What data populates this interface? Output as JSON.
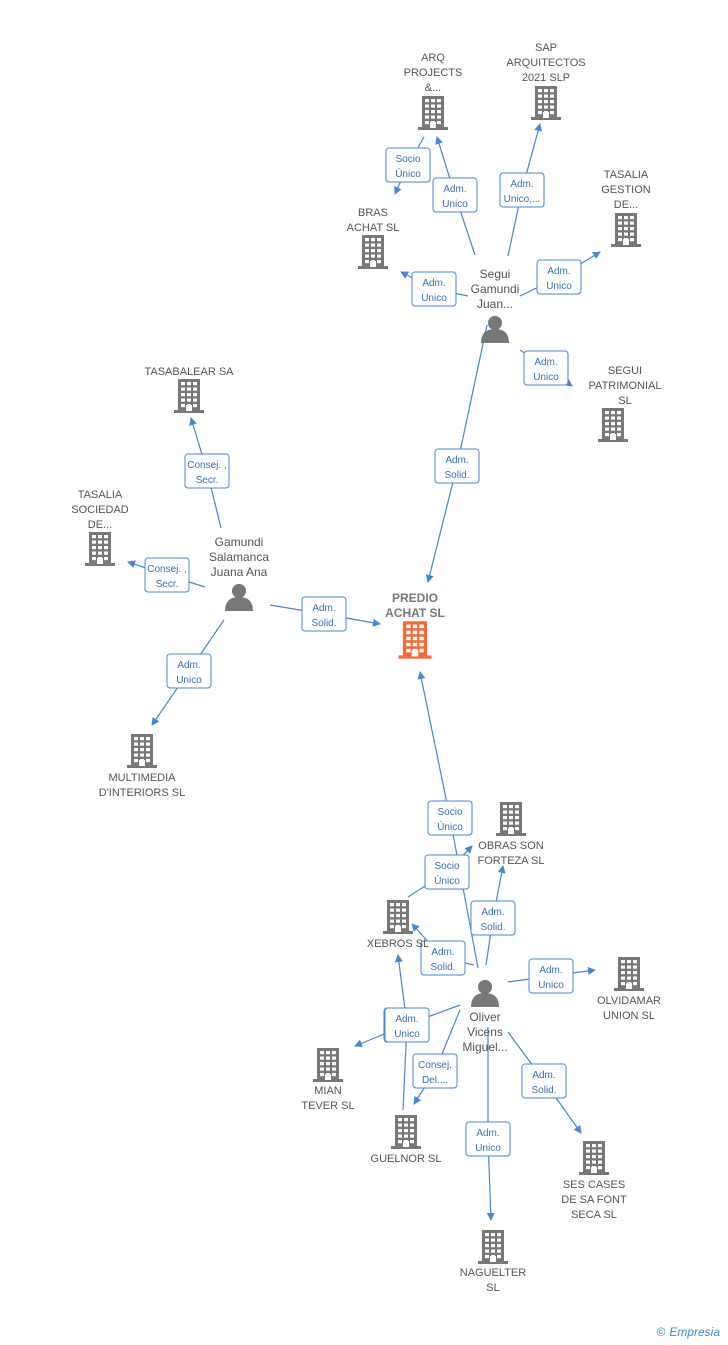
{
  "colors": {
    "edge": "#4a86d4",
    "company": "#777777",
    "main_company": "#f26a3a",
    "person": "#777777"
  },
  "nodes": [
    {
      "id": "predio",
      "type": "company",
      "main": true,
      "label": [
        "PREDIO",
        "ACHAT  SL"
      ]
    },
    {
      "id": "arq",
      "type": "company",
      "label": [
        "ARQ",
        "PROJECTS",
        "&..."
      ]
    },
    {
      "id": "sap",
      "type": "company",
      "label": [
        "SAP",
        "ARQUITECTOS",
        "2021  SLP"
      ]
    },
    {
      "id": "tasalia_gestion",
      "type": "company",
      "label": [
        "TASALIA",
        "GESTION",
        "DE..."
      ]
    },
    {
      "id": "bras",
      "type": "company",
      "label": [
        "BRAS",
        "ACHAT  SL"
      ]
    },
    {
      "id": "segui_patrimonial",
      "type": "company",
      "label": [
        "SEGUI",
        "PATRIMONIAL",
        "SL"
      ]
    },
    {
      "id": "tasabalear",
      "type": "company",
      "label": [
        "TASABALEAR SA"
      ]
    },
    {
      "id": "tasalia_sociedad",
      "type": "company",
      "label": [
        "TASALIA",
        "SOCIEDAD",
        "DE..."
      ]
    },
    {
      "id": "multimedia",
      "type": "company",
      "label": [
        "MULTIMEDIA",
        "D'INTERIORS SL"
      ]
    },
    {
      "id": "obras",
      "type": "company",
      "label": [
        "OBRAS SON",
        "FORTEZA  SL"
      ]
    },
    {
      "id": "xebros",
      "type": "company",
      "label": [
        "XEBROS  SL"
      ]
    },
    {
      "id": "olvidamar",
      "type": "company",
      "label": [
        "OLVIDAMAR",
        "UNION  SL"
      ]
    },
    {
      "id": "mian",
      "type": "company",
      "label": [
        "MIAN",
        "TEVER  SL"
      ]
    },
    {
      "id": "guelnor",
      "type": "company",
      "label": [
        "GUELNOR SL"
      ]
    },
    {
      "id": "ses_cases",
      "type": "company",
      "label": [
        "SES CASES",
        "DE SA FONT",
        "SECA  SL"
      ]
    },
    {
      "id": "naguelter",
      "type": "company",
      "label": [
        "NAGUELTER",
        "SL"
      ]
    },
    {
      "id": "segui",
      "type": "person",
      "label": [
        "Segui",
        "Gamundi",
        "Juan..."
      ]
    },
    {
      "id": "gamundi",
      "type": "person",
      "label": [
        "Gamundi",
        "Salamanca",
        "Juana Ana"
      ]
    },
    {
      "id": "oliver",
      "type": "person",
      "label": [
        "Oliver",
        "Vicens",
        "Miguel..."
      ]
    }
  ],
  "edges": [
    {
      "id": "e1",
      "from": "segui",
      "to": "predio",
      "label": [
        "Adm.",
        "Solid."
      ]
    },
    {
      "id": "e2",
      "from": "segui",
      "to": "arq",
      "label": [
        "Adm.",
        "Unico"
      ]
    },
    {
      "id": "e3",
      "from": "segui",
      "to": "sap",
      "label": [
        "Adm.",
        "Unico,..."
      ]
    },
    {
      "id": "e4",
      "from": "segui",
      "to": "tasalia_gestion",
      "label": [
        "Adm.",
        "Unico"
      ]
    },
    {
      "id": "e5",
      "from": "segui",
      "to": "bras",
      "label": [
        "Adm.",
        "Unico"
      ]
    },
    {
      "id": "e6",
      "from": "segui",
      "to": "segui_patrimonial",
      "label": [
        "Adm.",
        "Unico"
      ]
    },
    {
      "id": "e7",
      "from": "arq",
      "to": "bras",
      "label": [
        "Socio",
        "Único"
      ]
    },
    {
      "id": "e8",
      "from": "gamundi",
      "to": "tasabalear",
      "label": [
        "Consej. ,",
        "Secr."
      ]
    },
    {
      "id": "e9",
      "from": "gamundi",
      "to": "tasalia_sociedad",
      "label": [
        "Consej. ,",
        "Secr."
      ]
    },
    {
      "id": "e10",
      "from": "gamundi",
      "to": "predio",
      "label": [
        "Adm.",
        "Solid."
      ]
    },
    {
      "id": "e11",
      "from": "gamundi",
      "to": "multimedia",
      "label": [
        "Adm.",
        "Unico"
      ]
    },
    {
      "id": "e12",
      "from": "oliver",
      "to": "predio",
      "label": [
        "Socio",
        "Único"
      ]
    },
    {
      "id": "e13",
      "from": "oliver",
      "to": "obras",
      "label": [
        "Adm.",
        "Solid."
      ]
    },
    {
      "id": "e14",
      "from": "oliver",
      "to": "xebros",
      "label": [
        "Adm.",
        "Solid."
      ]
    },
    {
      "id": "e15",
      "from": "oliver",
      "to": "olvidamar",
      "label": [
        "Adm.",
        "Unico"
      ]
    },
    {
      "id": "e16",
      "from": "oliver",
      "to": "mian",
      "label": [
        "Adm.",
        "Unico"
      ]
    },
    {
      "id": "e17",
      "from": "oliver",
      "to": "guelnor",
      "label": [
        "Consej.",
        "Del...."
      ]
    },
    {
      "id": "e18",
      "from": "oliver",
      "to": "ses_cases",
      "label": [
        "Adm.",
        "Solid."
      ]
    },
    {
      "id": "e19",
      "from": "oliver",
      "to": "naguelter",
      "label": [
        "Adm.",
        "Unico"
      ]
    },
    {
      "id": "e20",
      "from": "xebros",
      "to": "obras",
      "label": [
        "Socio",
        "Único"
      ]
    },
    {
      "id": "e21",
      "from": "guelnor",
      "to": "xebros",
      "label": [
        "Adm.",
        "Unico"
      ]
    }
  ],
  "footer": {
    "copyright": "©",
    "brand": "Empresia"
  }
}
